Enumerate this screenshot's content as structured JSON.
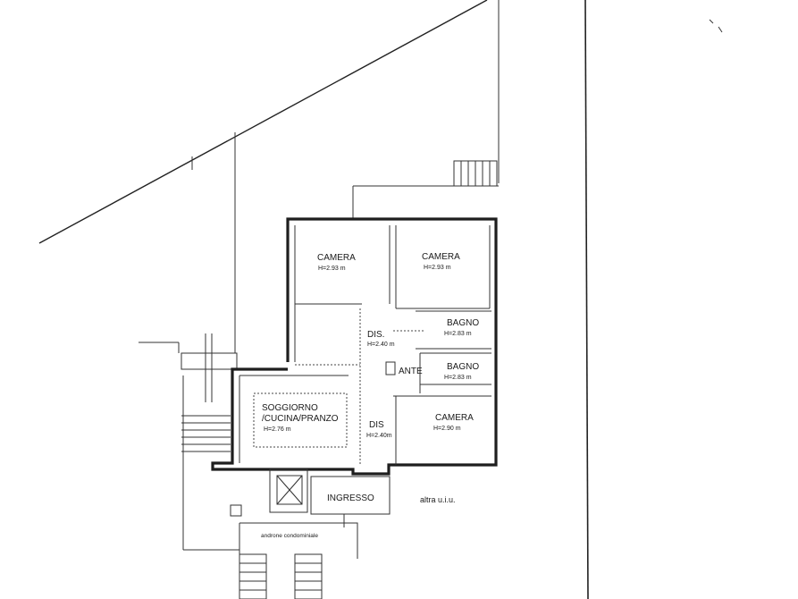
{
  "rooms": [
    {
      "name": "CAMERA",
      "height": "H=2.93 m"
    },
    {
      "name": "CAMERA",
      "height": "H=2.93 m"
    },
    {
      "name": "DIS.",
      "height": "H=2.40 m"
    },
    {
      "name": "BAGNO",
      "height": "H=2.83 m"
    },
    {
      "name": "ANTE",
      "height": ""
    },
    {
      "name": "BAGNO",
      "height": "H=2.83 m"
    },
    {
      "name": "SOGGIORNO",
      "name2": "/CUCINA/PRANZO",
      "height": "H=2.76 m"
    },
    {
      "name": "DIS",
      "height": "H=2.40m"
    },
    {
      "name": "CAMERA",
      "height": "H=2.90 m"
    },
    {
      "name": "INGRESSO",
      "height": ""
    }
  ],
  "labels": {
    "other_unit": "altra u.i.u.",
    "common_hall": "androne condominiale"
  }
}
